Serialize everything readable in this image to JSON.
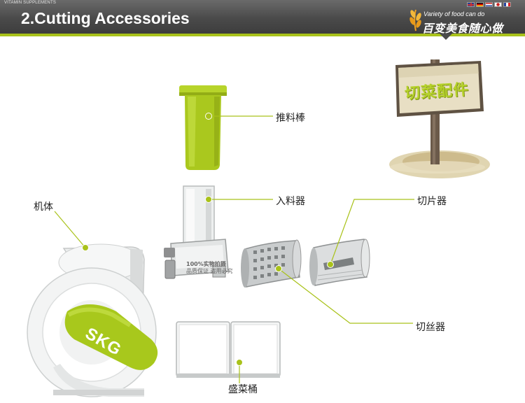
{
  "header": {
    "supplements_text": "VITAMIN SUPPLEMENTS",
    "title": "2.Cutting Accessories",
    "slogan_en": "Variety of food can do",
    "slogan_cn": "百变美食随心做"
  },
  "sign": {
    "text": "切菜配件"
  },
  "brand": {
    "logo": "SKG"
  },
  "labels": {
    "pusher": "推料棒",
    "feeder": "入料器",
    "slicer": "切片器",
    "body": "机体",
    "shredder": "切丝器",
    "container": "盛菜桶"
  },
  "watermark": {
    "main": "100%实物拍摄",
    "sub": "品质保证 盗用必究"
  },
  "colors": {
    "accent": "#a9c21a",
    "header": "#4a4a4a",
    "green_part": "#a8c81c"
  }
}
